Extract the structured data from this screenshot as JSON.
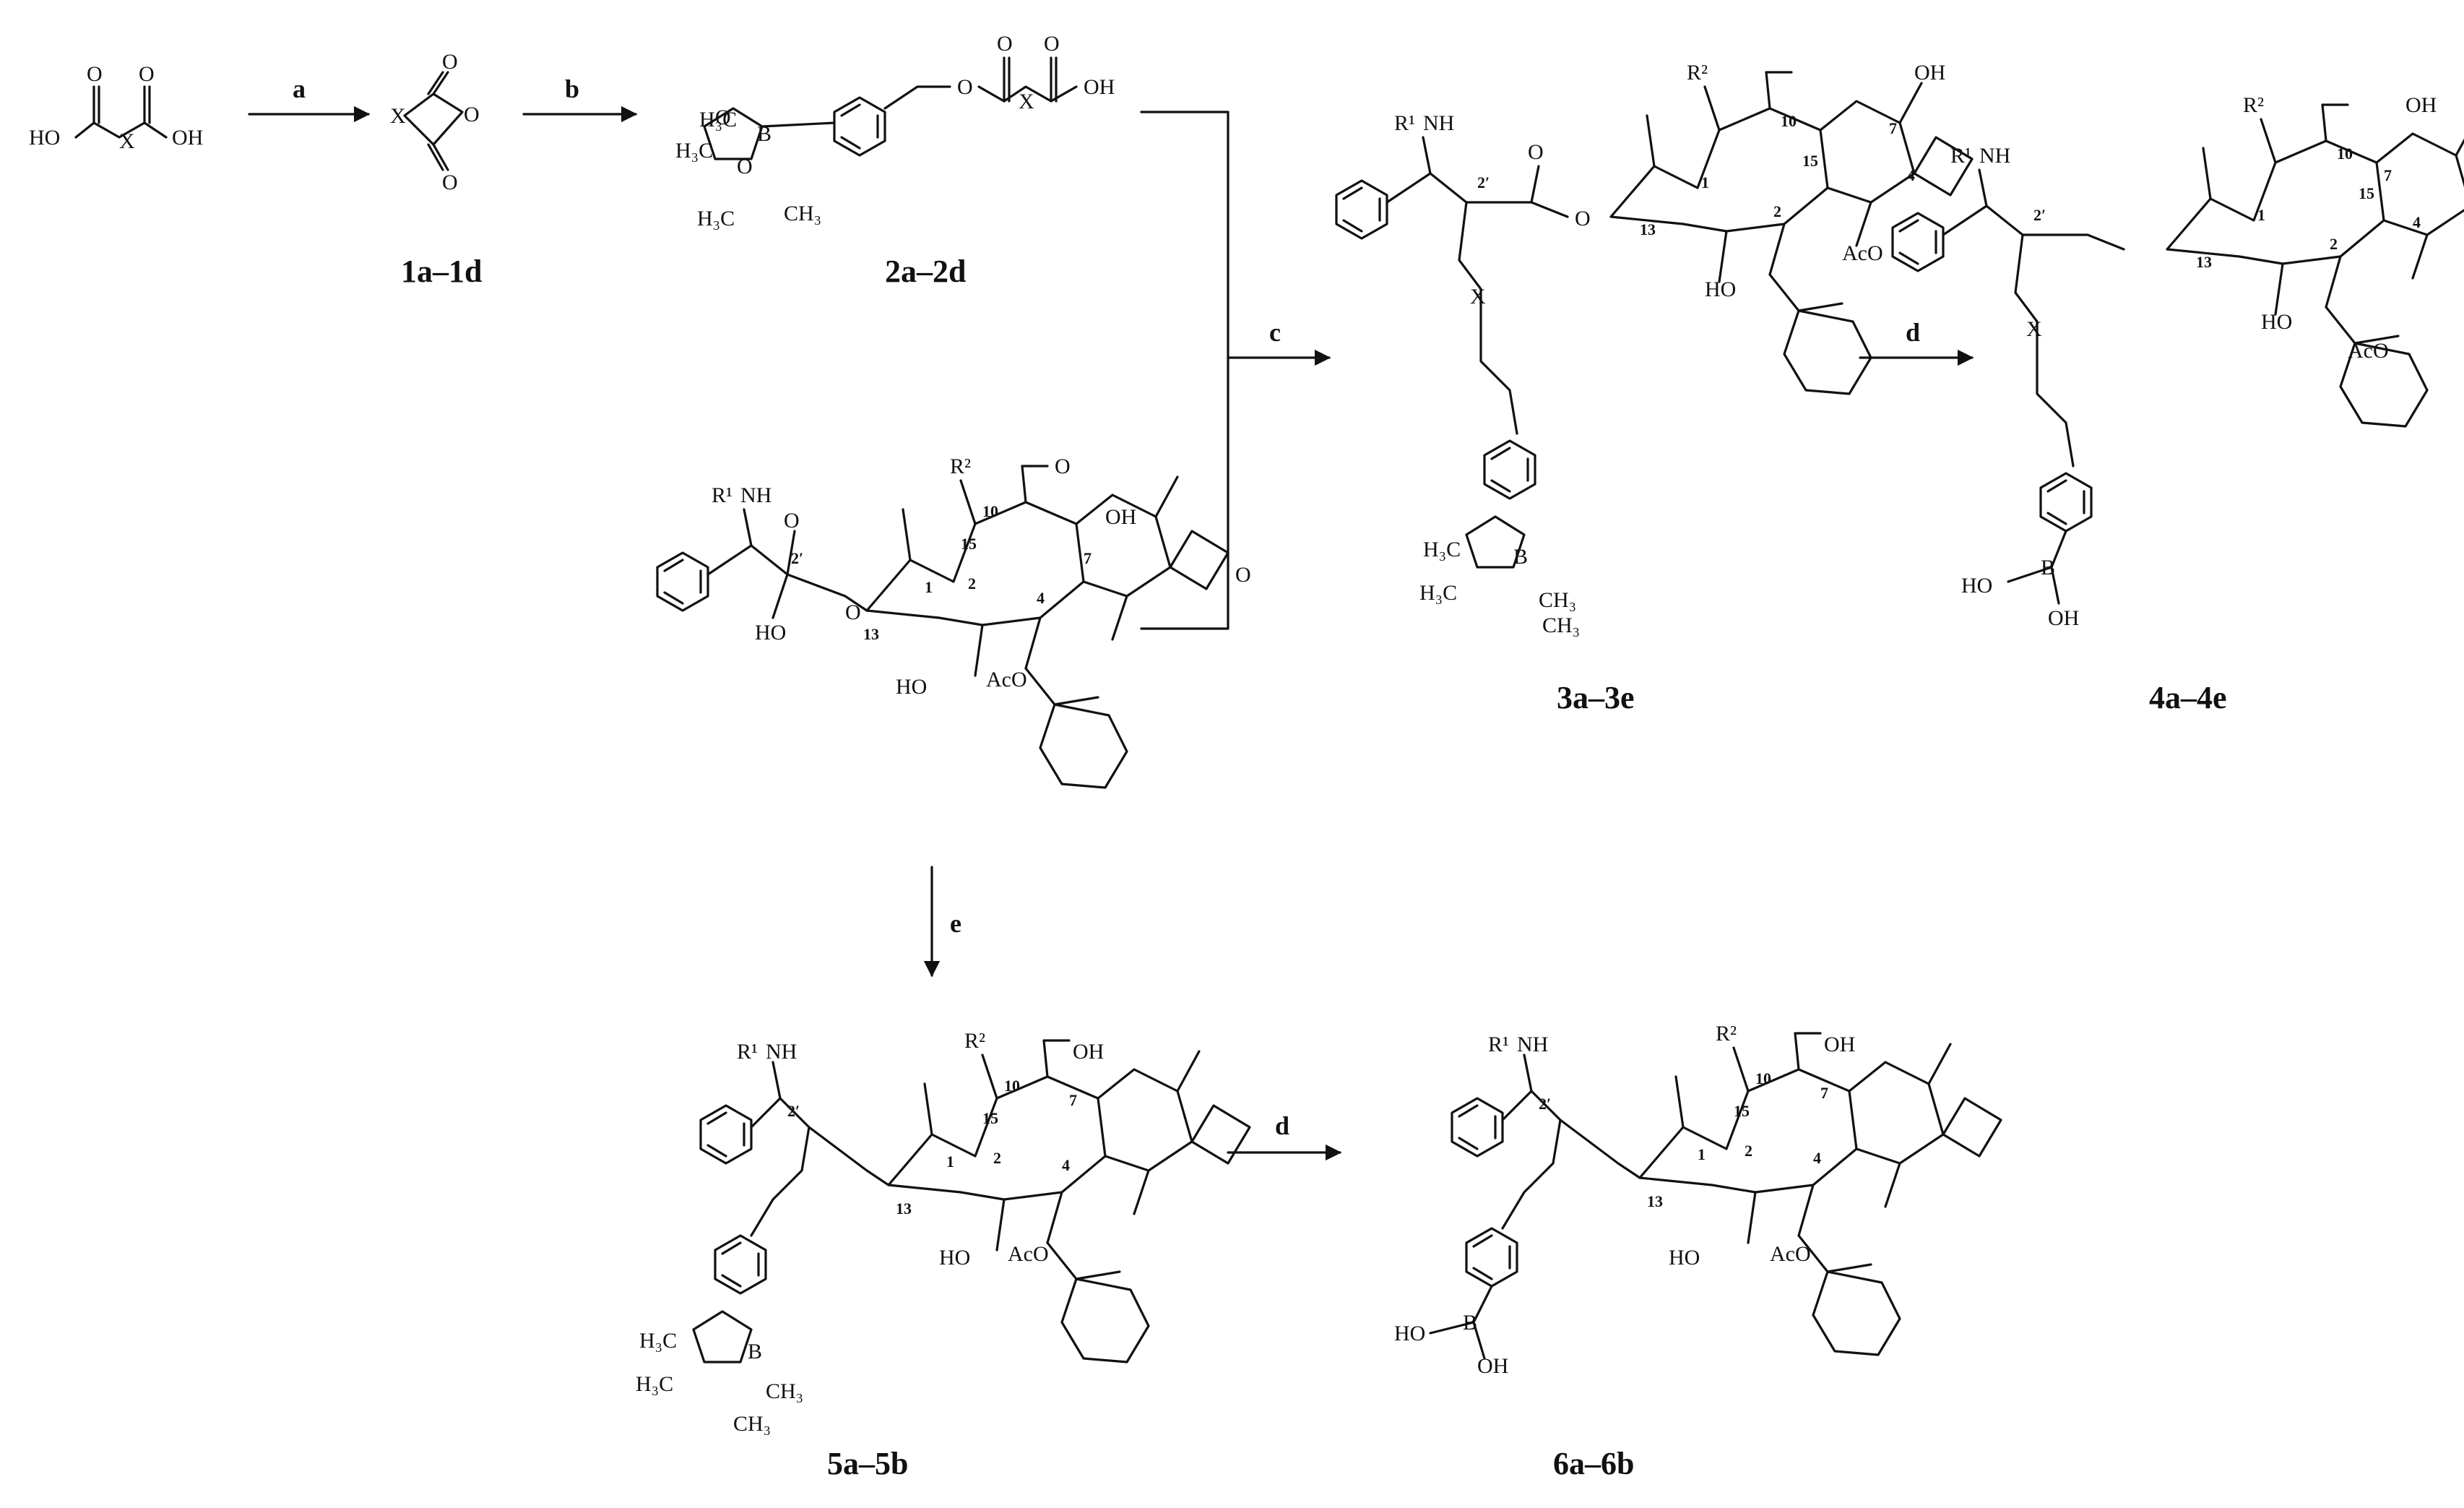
{
  "compounds": {
    "c1": "1a–1d",
    "c2": "2a–2d",
    "c3": "3a–3e",
    "c4": "4a–4e",
    "c5": "5a–5b",
    "c6": "6a–6b"
  },
  "steps": {
    "a": "a",
    "b": "b",
    "c": "c",
    "d": "d",
    "e": "e"
  },
  "atoms": {
    "HO": "HO",
    "OH": "OH",
    "O": "O",
    "X": "X",
    "B": "B",
    "H3C": "H₃C",
    "CH3": "CH₃",
    "R1": "R¹",
    "R2": "R²",
    "NH": "NH",
    "AcO": "AcO"
  },
  "positions": {
    "p2p": "2′",
    "p1": "1",
    "p2": "2",
    "p4": "4",
    "p7": "7",
    "p10": "10",
    "p13": "13",
    "p15": "15"
  }
}
